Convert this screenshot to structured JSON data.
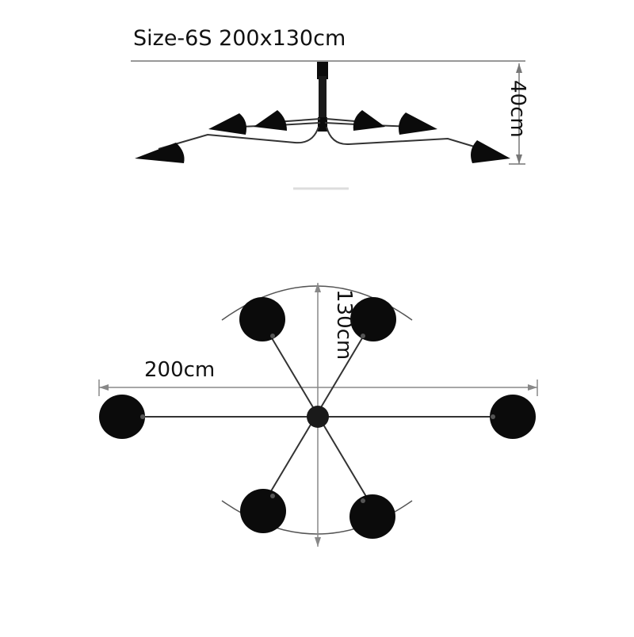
{
  "title": "Size-6S  200x130cm",
  "dimensions": {
    "height_label": "40cm",
    "depth_label": "130cm",
    "width_label": "200cm"
  },
  "colors": {
    "lamp": "#0b0b0b",
    "arm": "#333333",
    "dimension_line": "#777777",
    "text": "#111111"
  },
  "side_view": {
    "shade_count": 6
  },
  "top_view": {
    "shade_count": 6
  }
}
